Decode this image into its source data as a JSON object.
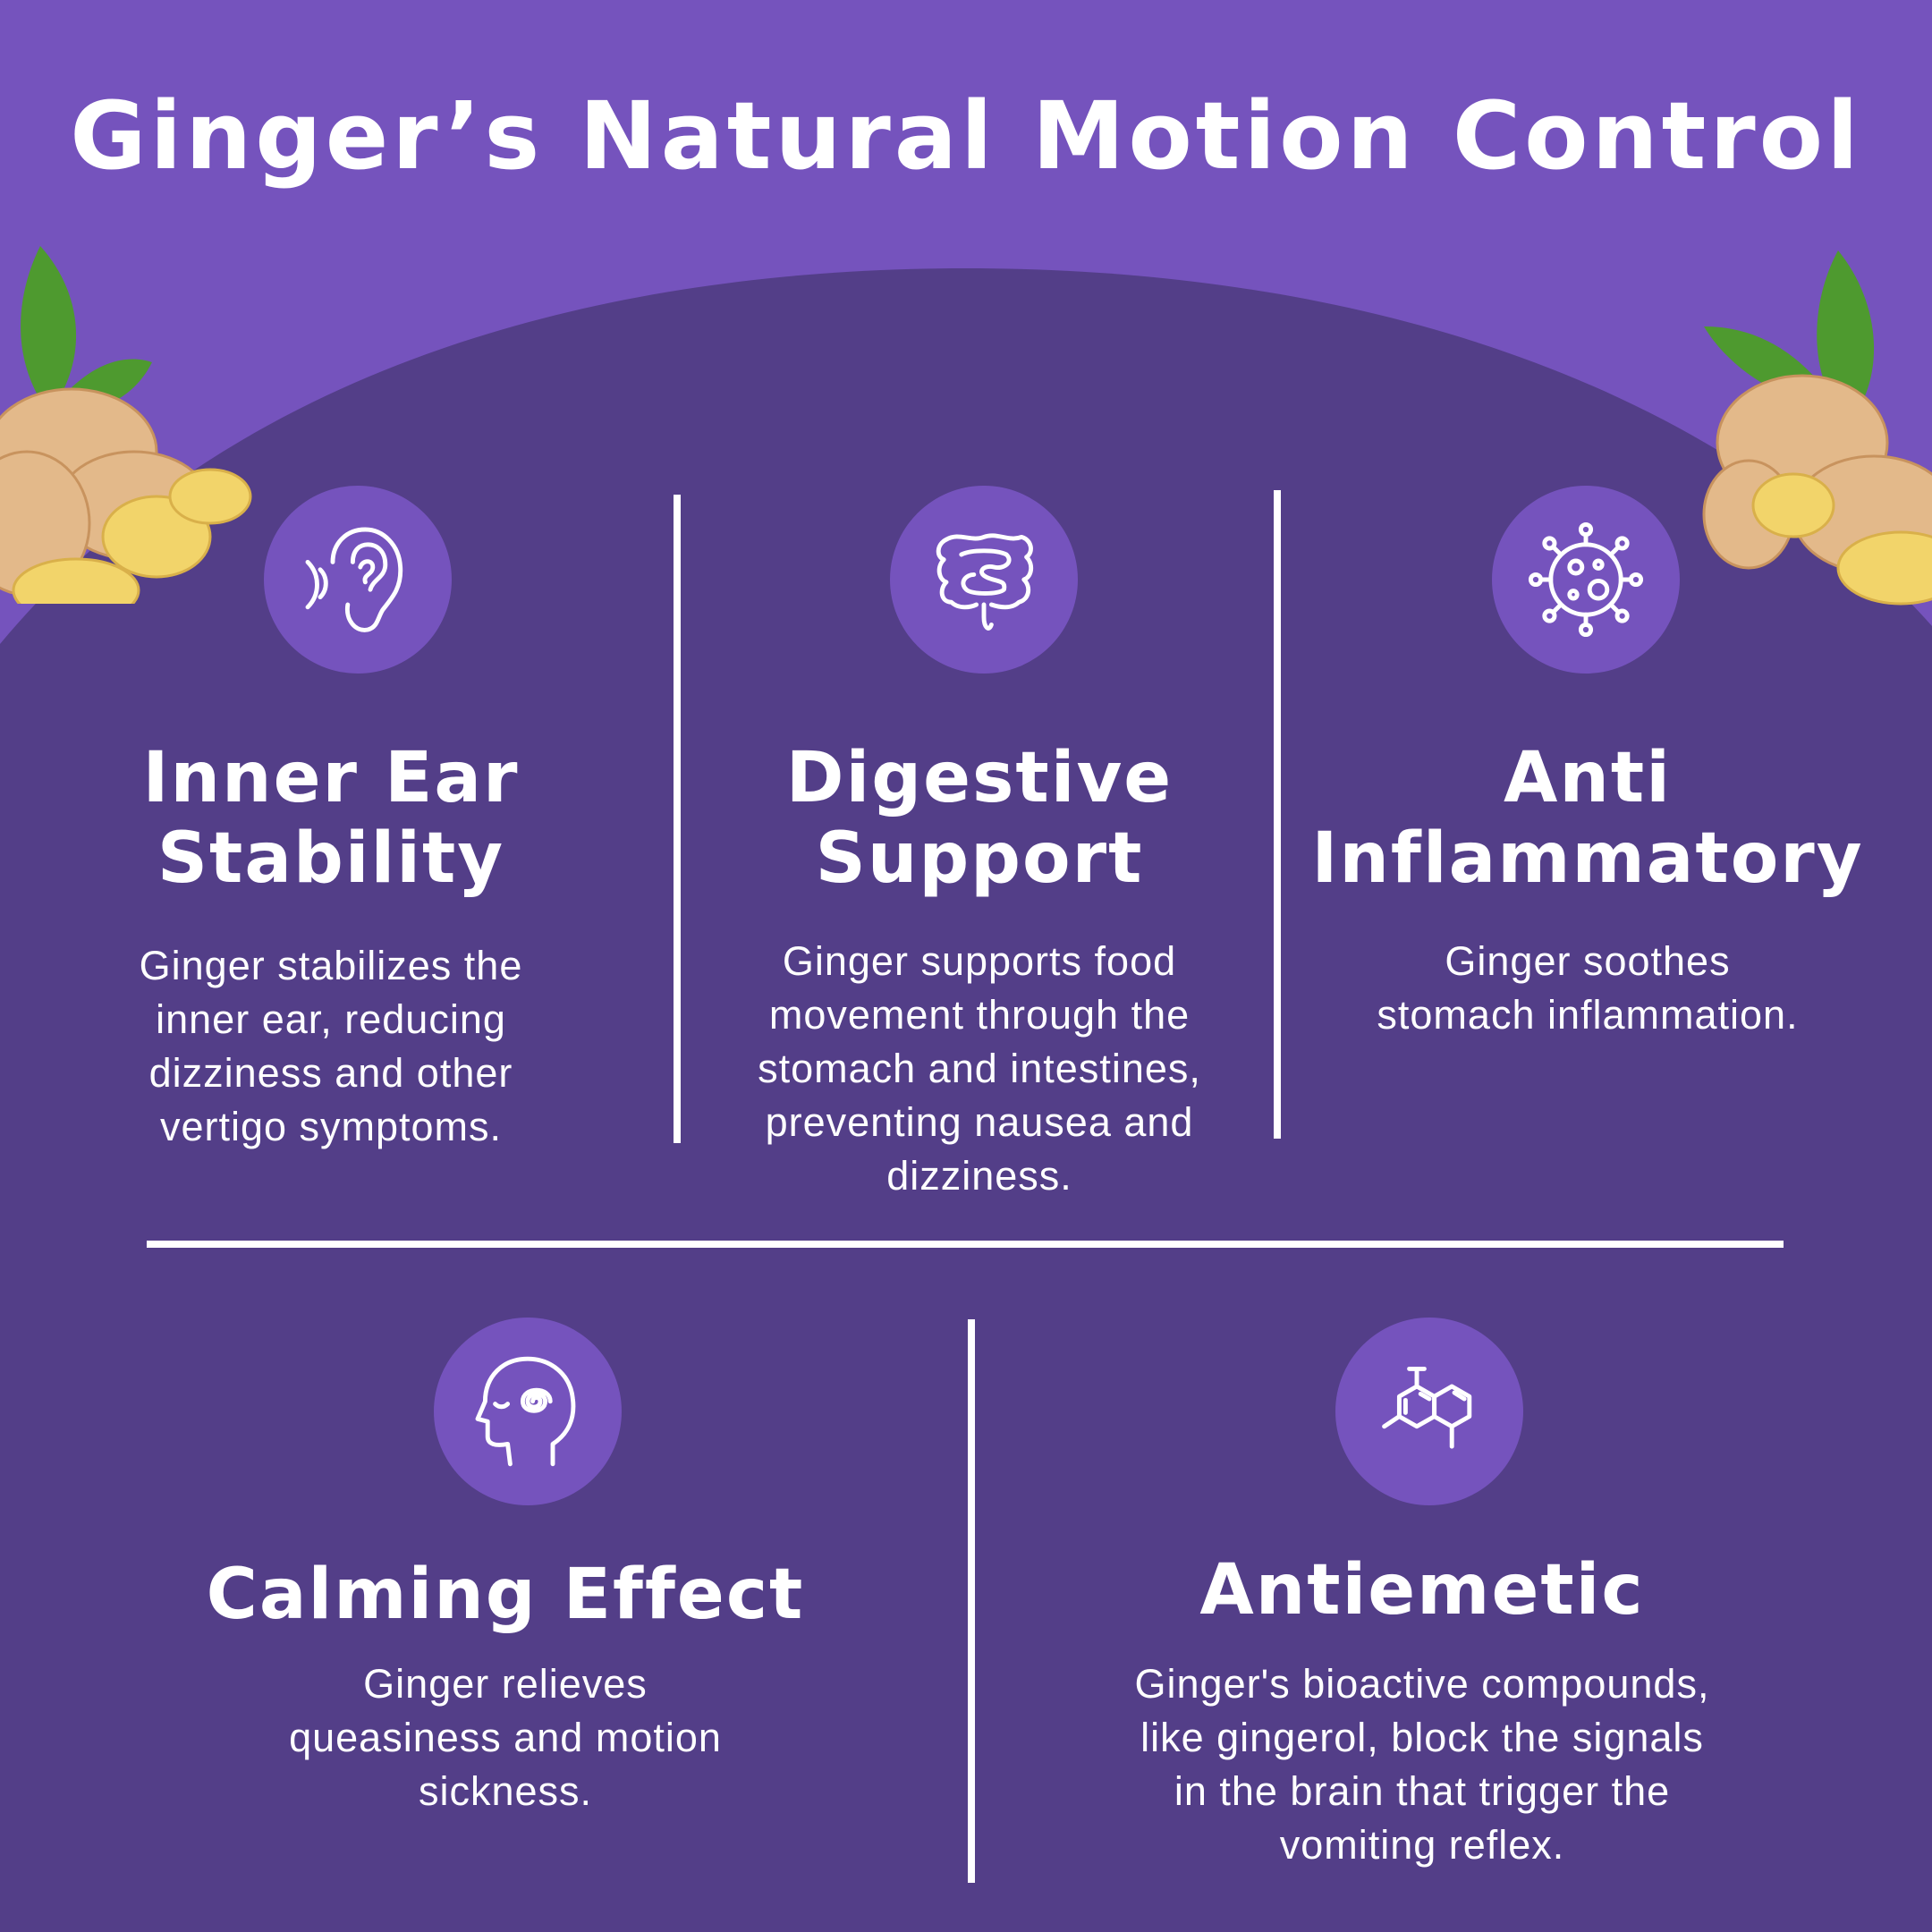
{
  "colors": {
    "background": "#7553BD",
    "panel": "#533E88",
    "icon_circle": "#7553BD",
    "text": "#FFFFFF",
    "ginger_skin": "#E3B98A",
    "ginger_flesh": "#F2D46A",
    "leaf": "#4E9A2F"
  },
  "title": "Ginger’s Natural Motion Control",
  "cards": [
    {
      "icon": "ear-sound-icon",
      "title_lines": [
        "Inner Ear",
        "Stability"
      ],
      "text_lines": [
        "Ginger stabilizes the",
        "inner ear, reducing",
        "dizziness and other",
        "vertigo symptoms."
      ]
    },
    {
      "icon": "intestine-icon",
      "title_lines": [
        "Digestive",
        "Support"
      ],
      "text_lines": [
        "Ginger supports food",
        "movement through the",
        "stomach and intestines,",
        "preventing nausea and",
        "dizziness."
      ]
    },
    {
      "icon": "virus-cell-icon",
      "title_lines": [
        "Anti",
        "Inflammatory"
      ],
      "text_lines": [
        "Ginger soothes",
        "stomach inflammation."
      ]
    },
    {
      "icon": "calm-mind-head-icon",
      "title_lines": [
        "Calming Effect"
      ],
      "text_lines": [
        "Ginger relieves",
        "queasiness and motion",
        "sickness."
      ]
    },
    {
      "icon": "molecule-structure-icon",
      "title_lines": [
        "Antiemetic"
      ],
      "text_lines": [
        "Ginger's bioactive compounds,",
        "like gingerol, block the signals",
        "in the brain that trigger the",
        "vomiting reflex."
      ]
    }
  ]
}
